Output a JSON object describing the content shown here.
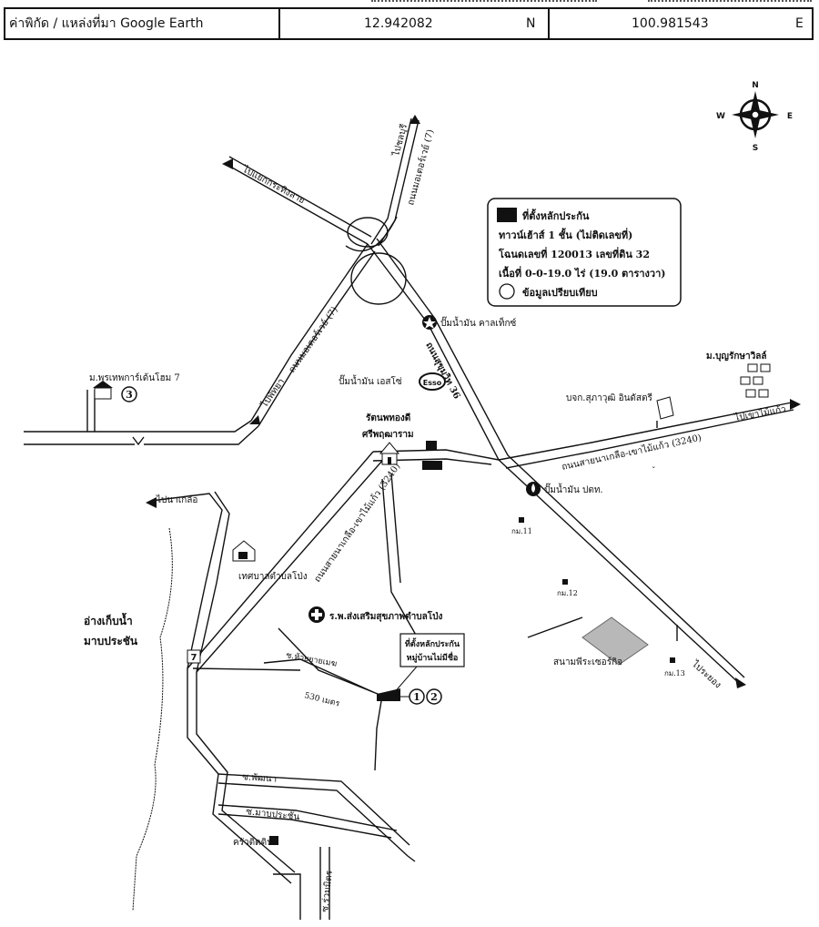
{
  "coordinates": {
    "label": "ค่าพิกัด / แหล่งที่มา Google Earth",
    "latitude": "12.942082",
    "lat_dir": "N",
    "longitude": "100.981543",
    "lon_dir": "E"
  },
  "compass": {
    "n": "N",
    "s": "S",
    "e": "E",
    "w": "W"
  },
  "legend": {
    "line1": "ที่ตั้งหลักประกัน",
    "line2": "ทาวน์เฮ้าส์ 1 ชั้น (ไม่ติดเลขที่)",
    "line3": "โฉนดเลขที่ 120013 เลขที่ดิน 32",
    "line4": "เนื้อที่ 0-0-19.0 ไร่ (19.0 ตารางวา)",
    "line5": "ข้อมูลเปรียบเทียบ"
  },
  "labels": {
    "to_thung_kra_ting": "ไปแยกกระทิงลาย",
    "to_chonburi": "ไปชลบุรี",
    "rd_motorway": "ถนนมอเตอร์เวย์ (7)",
    "rd_motorway_7": "ถนนมอเตอร์เวย์ (7)",
    "to_pattaya": "ไปพัทยา",
    "rd_sukhumvit": "ถนนสุขุมวิท 36",
    "caltex": "ปั๊มน้ำมัน คาลเท็กซ์",
    "esso": "ปั๊มน้ำมัน เอสโซ่",
    "esso_logo": "Esso",
    "village_thep": "ม.พรเทพการ์เด้นโฮม 7",
    "temple_1": "รัตนพทองดี",
    "temple_2": "ศรีพฤฒาราม",
    "company": "บจก.สุภาวุฒิ อินดัสตรี",
    "village_bun": "ม.บุญรักษาวิลล์",
    "to_khao_mai_kaeo": "ไปเขาไม้แก้ว",
    "rd_maeklong": "ถนนสายนาเกลือ-เขาไม้แก้ว (3240)",
    "ptt": "ปั๊มน้ำมัน ปตท.",
    "km11": "กม.11",
    "km12": "กม.12",
    "km13": "กม.13",
    "to_naklua": "ไปนาเกลือ",
    "municipality": "เทศบาลตำบลโป่ง",
    "rd_naklua_vertical": "ถนนสายนาเกลือ-เขาไม้แก้ว (3240)",
    "reservoir_1": "อ่างเก็บน้ำ",
    "reservoir_2": "มาบประชัน",
    "hospital": "ร.พ.ส่งเสริมสุขภาพตำบลโป่ง",
    "callout_1": "ที่ตั้งหลักประกัน",
    "callout_2": "หมู่บ้านไม่มีชื่อ",
    "soi_huai_yai": "ซ.ห้วยยายเมฆ",
    "distance": "530 เมตร",
    "seven": "7",
    "marker_3": "3",
    "marker_1": "1",
    "marker_2": "2",
    "field": "สนามพีระเซอร์กิจ",
    "to_rayong": "ไประยอง",
    "soi_phatthana": "ซ.พัฒนา",
    "soi_mabprachan": "ซ.มาบประชัน",
    "restaurant": "ครัวติดดิน",
    "soi_ruam": "ซ.ร่วมมิตร",
    "tick": "ˇ"
  }
}
